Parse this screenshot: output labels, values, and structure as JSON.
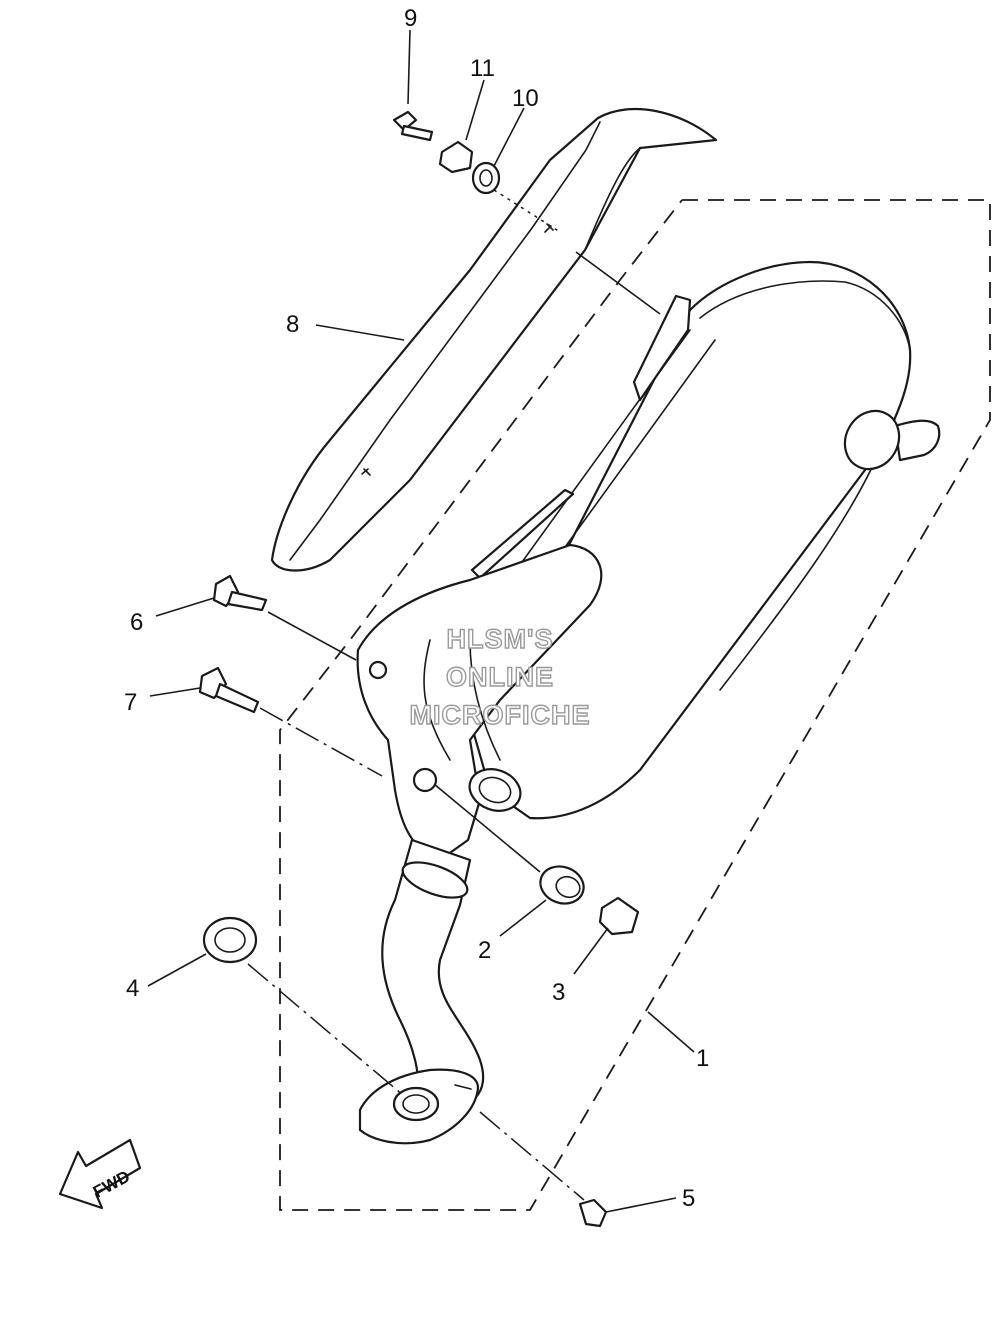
{
  "watermark": {
    "line1": "HLSM'S",
    "line2": "ONLINE",
    "line3": "MICROFICHE"
  },
  "direction_label": "FWD",
  "callouts": [
    {
      "id": "1",
      "label": "1"
    },
    {
      "id": "2",
      "label": "2"
    },
    {
      "id": "3",
      "label": "3"
    },
    {
      "id": "4",
      "label": "4"
    },
    {
      "id": "5",
      "label": "5"
    },
    {
      "id": "6",
      "label": "6"
    },
    {
      "id": "7",
      "label": "7"
    },
    {
      "id": "8",
      "label": "8"
    },
    {
      "id": "9",
      "label": "9"
    },
    {
      "id": "10",
      "label": "10"
    },
    {
      "id": "11",
      "label": "11"
    }
  ]
}
